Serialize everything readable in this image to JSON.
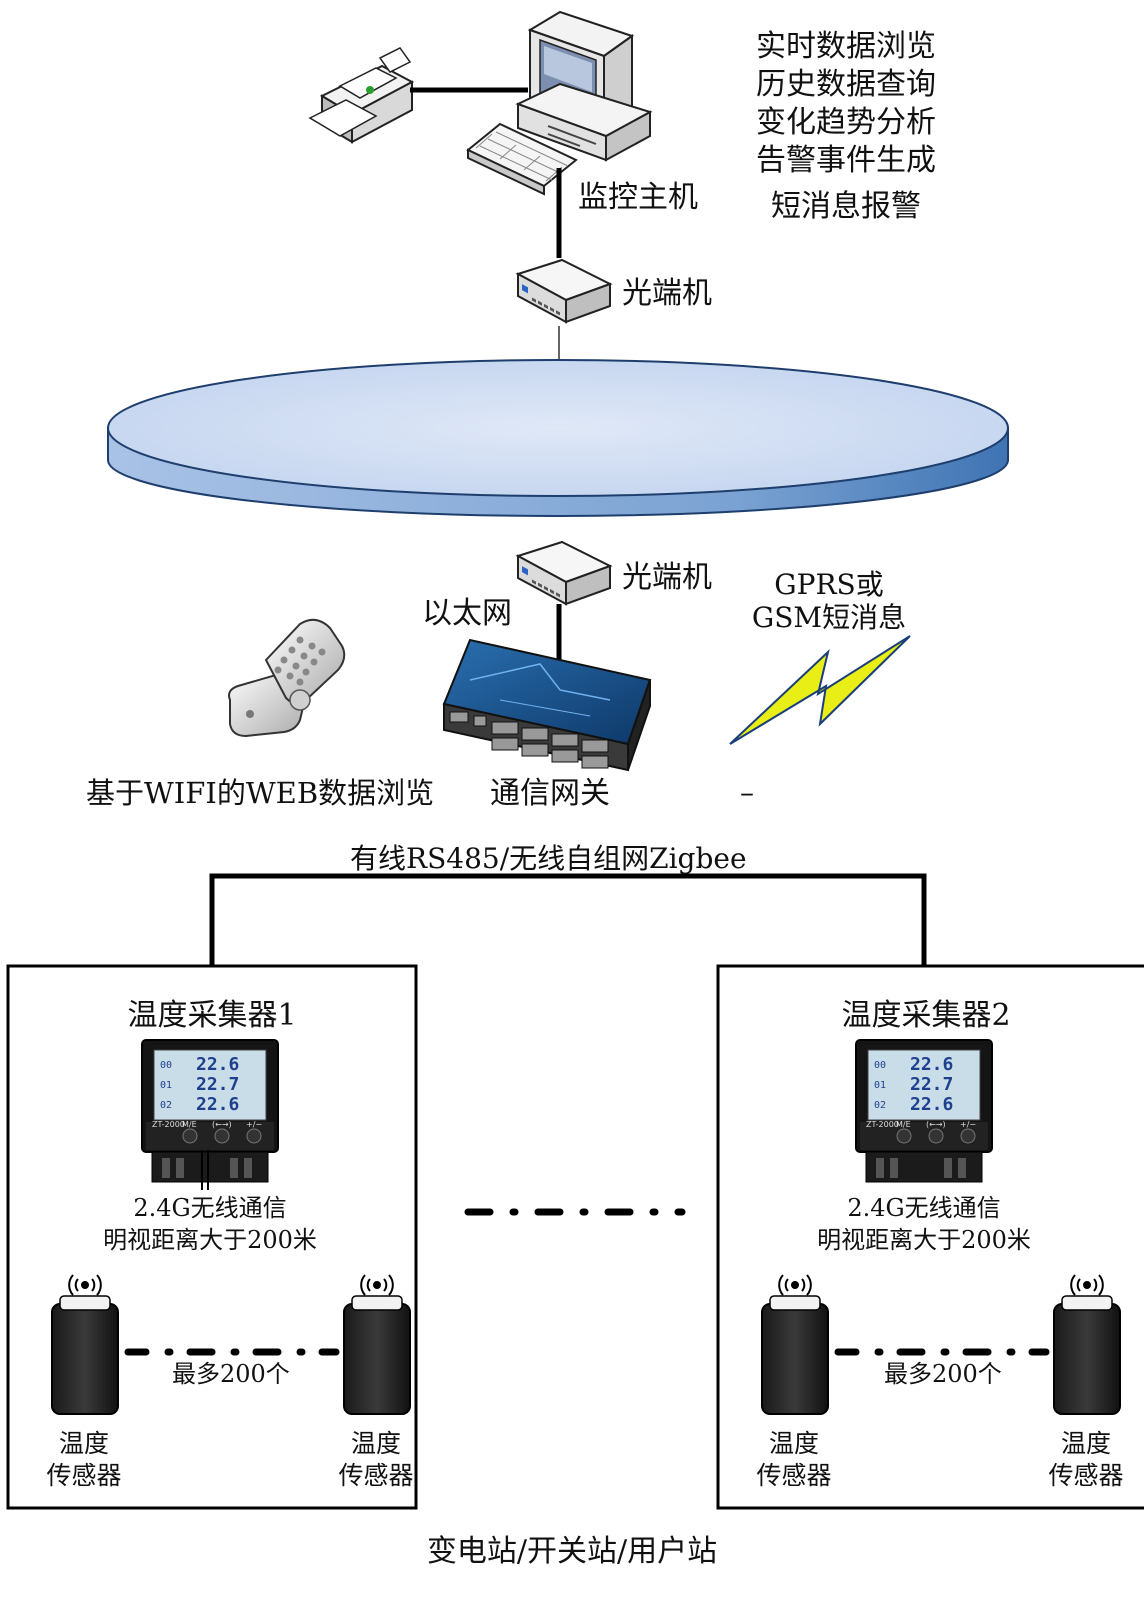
{
  "top": {
    "host_label": "监控主机",
    "optical_top_label": "光端机",
    "features": [
      "实时数据浏览",
      "历史数据查询",
      "变化趋势分析",
      "告警事件生成",
      "短消息报警"
    ]
  },
  "middle": {
    "optical_bottom_label": "光端机",
    "ethernet_label": "以太网",
    "gprs_label_line1": "GPRS或",
    "gprs_label_line2": "GSM短消息",
    "wifi_label": "基于WIFI的WEB数据浏览",
    "gateway_label": "通信网关",
    "dash_label": "–",
    "bus_label": "有线RS485/无线自组网Zigbee"
  },
  "collectors": [
    {
      "title": "温度采集器1",
      "wireless_line1": "2.4G无线通信",
      "wireless_line2": "明视距离大于200米",
      "max_label": "最多200个",
      "sensor_left": [
        "温度",
        "传感器"
      ],
      "sensor_right": [
        "温度",
        "传感器"
      ]
    },
    {
      "title": "温度采集器2",
      "wireless_line1": "2.4G无线通信",
      "wireless_line2": "明视距离大于200米",
      "max_label": "最多200个",
      "sensor_left": [
        "温度",
        "传感器"
      ],
      "sensor_right": [
        "温度",
        "传感器"
      ]
    }
  ],
  "device_screen": {
    "rows": [
      {
        "ch": "00",
        "value": "22.6"
      },
      {
        "ch": "01",
        "value": "22.7"
      },
      {
        "ch": "02",
        "value": "22.6"
      }
    ],
    "model": "ZT-2000",
    "buttons": [
      "M/E",
      "(←→)",
      "+/−"
    ]
  },
  "footer": {
    "site_label": "变电站/开关站/用户站"
  },
  "colors": {
    "ring_fill": "#c6d7f0",
    "ring_edge": "#4a7fb8",
    "bolt_fill": "#e9ee16",
    "line": "#000000"
  }
}
